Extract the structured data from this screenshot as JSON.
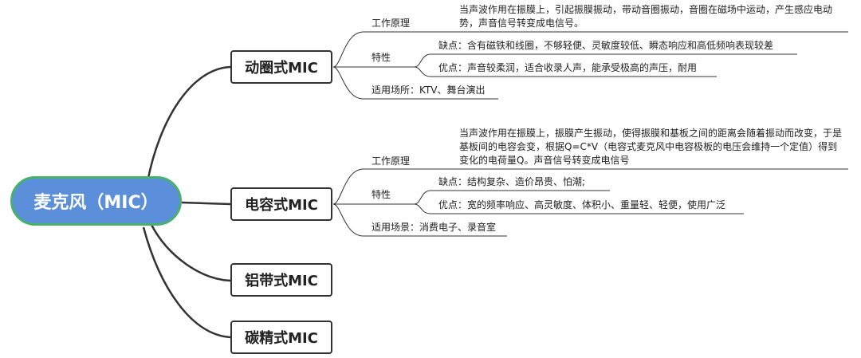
{
  "root": {
    "label": "麦克风（MIC）",
    "fill": "#5b8fd9",
    "border": "#47b26a"
  },
  "topics": [
    {
      "label": "动圈式MIC",
      "principle_label": "工作原理",
      "principle_text": "当声波作用在振膜上，引起振膜振动，带动音圈振动，音圈在磁场中运动，产生感应电动势，声音信号转变成电信号。",
      "traits_label": "特性",
      "cons": "缺点：含有磁铁和线圈，不够轻便、灵敏度较低、瞬态响应和高低频响表现较差",
      "pros": "优点：声音较柔润，适合收录人声，能承受极高的声压，耐用",
      "usage": "适用场所：KTV、舞台演出"
    },
    {
      "label": "电容式MIC",
      "principle_label": "工作原理",
      "principle_text": "当声波作用在振膜上，振膜产生振动，使得振膜和基板之间的距离会随着振动而改变，于是基板间的电容会变，根据Q=C*V（电容式麦克风中电容极板的电压会维持一个定值）得到变化的电荷量Q。声音信号转变成电信号",
      "traits_label": "特性",
      "cons": "缺点：结构复杂、造价昂贵、怕潮;",
      "pros": "优点：宽的频率响应、高灵敏度、体积小、重量轻、轻便，使用广泛",
      "usage": "适用场景：消费电子、录音室"
    },
    {
      "label": "铝带式MIC"
    },
    {
      "label": "碳精式MIC"
    }
  ],
  "colors": {
    "line": "#333333",
    "text": "#222222"
  }
}
